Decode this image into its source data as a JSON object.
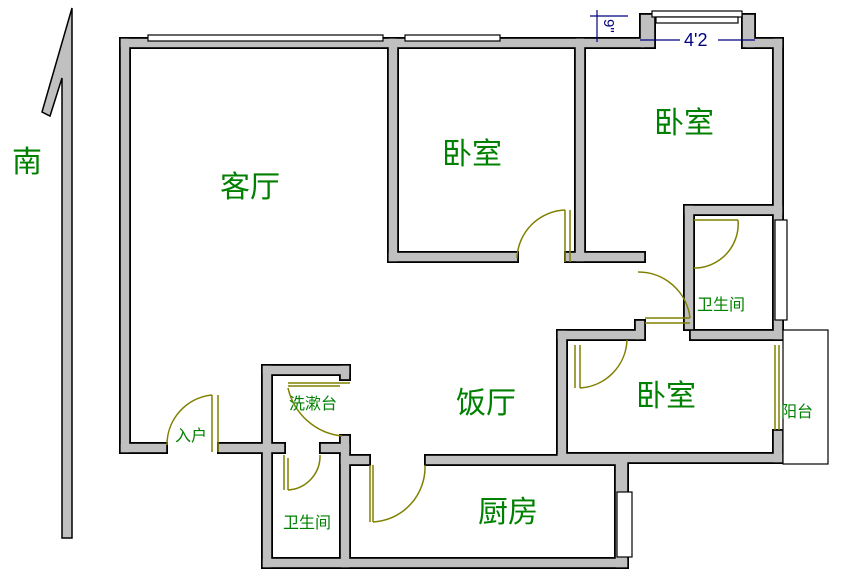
{
  "compass": {
    "label": "南"
  },
  "dimensions": {
    "width_label": "4'2",
    "depth_label": "9\""
  },
  "rooms": {
    "living_room": "客厅",
    "bedroom_1": "卧室",
    "bedroom_2": "卧室",
    "bedroom_3": "卧室",
    "dining_room": "饭厅",
    "kitchen": "厨房",
    "bathroom_1": "卫生间",
    "bathroom_2": "卫生间",
    "wash_basin": "洗漱台",
    "entrance": "入户",
    "balcony": "阳台"
  },
  "colors": {
    "wall": "#c0c0c0",
    "label": "#008000",
    "door": "#808000",
    "dimension": "#000080"
  }
}
